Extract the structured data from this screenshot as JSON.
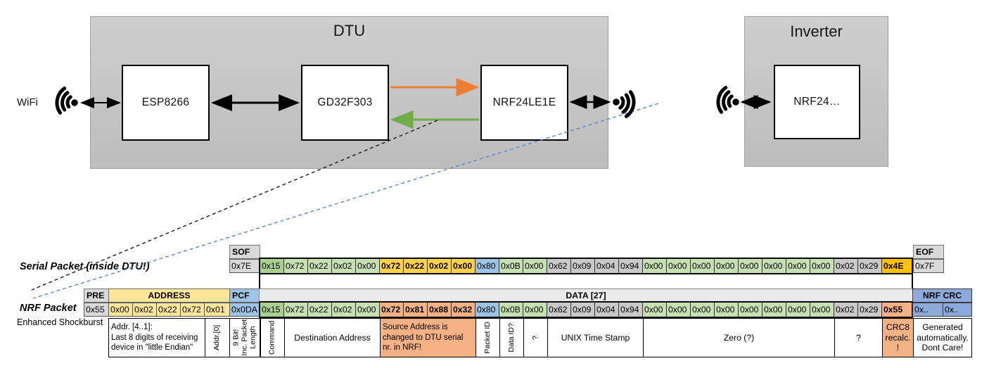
{
  "diagram": {
    "wifi_label": "WiFi",
    "dtu_title": "DTU",
    "inverter_title": "Inverter",
    "chips": {
      "esp": "ESP8266",
      "gd": "GD32F303",
      "nrf": "NRF24LE1E",
      "inverter_nrf": "NRF24…"
    },
    "icons": {
      "left": "wifi-waves-icon",
      "dtu_right": "radio-waves-icon",
      "inverter_left": "radio-waves-icon"
    }
  },
  "serial_packet": {
    "label": "Serial Packet (inside DTU!)",
    "sof_header": "SOF",
    "sof_value": "0x7E",
    "eof_header": "EOF",
    "eof_value": "0x7F",
    "bytes": [
      {
        "v": "0x15",
        "c": "g2"
      },
      {
        "v": "0x72",
        "c": "g1"
      },
      {
        "v": "0x22",
        "c": "g1"
      },
      {
        "v": "0x02",
        "c": "g1"
      },
      {
        "v": "0x00",
        "c": "g1"
      },
      {
        "v": "0x72",
        "c": "gold"
      },
      {
        "v": "0x22",
        "c": "gold"
      },
      {
        "v": "0x02",
        "c": "gold"
      },
      {
        "v": "0x00",
        "c": "gold"
      },
      {
        "v": "0x80",
        "c": "blu"
      },
      {
        "v": "0x0B",
        "c": "g1"
      },
      {
        "v": "0x00",
        "c": "g1"
      },
      {
        "v": "0x62",
        "c": "gry"
      },
      {
        "v": "0x09",
        "c": "gry"
      },
      {
        "v": "0x04",
        "c": "gry"
      },
      {
        "v": "0x94",
        "c": "gry"
      },
      {
        "v": "0x00",
        "c": "g1"
      },
      {
        "v": "0x00",
        "c": "g1"
      },
      {
        "v": "0x00",
        "c": "g1"
      },
      {
        "v": "0x00",
        "c": "g1"
      },
      {
        "v": "0x00",
        "c": "g1"
      },
      {
        "v": "0x00",
        "c": "g1"
      },
      {
        "v": "0x00",
        "c": "g1"
      },
      {
        "v": "0x00",
        "c": "g1"
      },
      {
        "v": "0x02",
        "c": "gry"
      },
      {
        "v": "0x29",
        "c": "gry"
      },
      {
        "v": "0x4E",
        "c": "amb"
      }
    ]
  },
  "nrf_packet": {
    "label": "NRF Packet",
    "sublabel": "Enhanced Shockburst",
    "pre_header": "PRE",
    "pre_value": "0x55",
    "address_header": "ADDRESS",
    "address_bytes": [
      "0x00",
      "0x02",
      "0x22",
      "0x72",
      "0x01"
    ],
    "pcf_header": "PCF",
    "pcf_value": "0x0DA",
    "data_header": "DATA [27]",
    "crc_header": "NRF CRC",
    "crc_values": [
      "0x..",
      "0x.."
    ],
    "bytes": [
      {
        "v": "0x15",
        "c": "g2"
      },
      {
        "v": "0x72",
        "c": "g1"
      },
      {
        "v": "0x22",
        "c": "g1"
      },
      {
        "v": "0x02",
        "c": "g1"
      },
      {
        "v": "0x00",
        "c": "g1"
      },
      {
        "v": "0x72",
        "c": "sal"
      },
      {
        "v": "0x81",
        "c": "sal"
      },
      {
        "v": "0x88",
        "c": "sal"
      },
      {
        "v": "0x32",
        "c": "sal"
      },
      {
        "v": "0x80",
        "c": "blu"
      },
      {
        "v": "0x0B",
        "c": "g1"
      },
      {
        "v": "0x00",
        "c": "g1"
      },
      {
        "v": "0x62",
        "c": "gry"
      },
      {
        "v": "0x09",
        "c": "gry"
      },
      {
        "v": "0x04",
        "c": "gry"
      },
      {
        "v": "0x94",
        "c": "gry"
      },
      {
        "v": "0x00",
        "c": "g1"
      },
      {
        "v": "0x00",
        "c": "g1"
      },
      {
        "v": "0x00",
        "c": "g1"
      },
      {
        "v": "0x00",
        "c": "g1"
      },
      {
        "v": "0x00",
        "c": "g1"
      },
      {
        "v": "0x00",
        "c": "g1"
      },
      {
        "v": "0x00",
        "c": "g1"
      },
      {
        "v": "0x00",
        "c": "g1"
      },
      {
        "v": "0x02",
        "c": "gry"
      },
      {
        "v": "0x29",
        "c": "gry"
      },
      {
        "v": "0x55",
        "c": "sal"
      }
    ]
  },
  "annotations": [
    {
      "label": "Addr. [4..1]:\nLast 8 digits of receiving\ndevice in \"little Endian\"",
      "vertical": false,
      "highlight": false,
      "align": "left"
    },
    {
      "label": "Addr.[0]",
      "vertical": true,
      "highlight": false,
      "align": "center"
    },
    {
      "label": "9 Bit!\nInc. Packet\nLength",
      "vertical": true,
      "highlight": false,
      "align": "center"
    },
    {
      "label": "Command",
      "vertical": true,
      "highlight": false,
      "align": "center"
    },
    {
      "label": "Destination Address",
      "vertical": false,
      "highlight": false,
      "align": "center"
    },
    {
      "label": "Source Address is\nchanged to DTU serial\nnr. in NRF!",
      "vertical": false,
      "highlight": true,
      "align": "left"
    },
    {
      "label": "Packet ID",
      "vertical": true,
      "highlight": false,
      "align": "center"
    },
    {
      "label": "Data ID?",
      "vertical": true,
      "highlight": false,
      "align": "center"
    },
    {
      "label": "?",
      "vertical": true,
      "highlight": false,
      "align": "center"
    },
    {
      "label": "UNIX Time Stamp",
      "vertical": false,
      "highlight": false,
      "align": "center"
    },
    {
      "label": "Zero (?)",
      "vertical": false,
      "highlight": false,
      "align": "center"
    },
    {
      "label": "?",
      "vertical": false,
      "highlight": false,
      "align": "center"
    },
    {
      "label": "CRC8\nrecalc.\n!",
      "vertical": false,
      "highlight": true,
      "align": "center"
    },
    {
      "label": "Generated\nautomatically.\nDont Care!",
      "vertical": false,
      "highlight": false,
      "align": "center"
    }
  ],
  "colors": {
    "g1": "#C6E0B4",
    "g2": "#A9D08E",
    "gold": "#FFD24A",
    "amb": "#FFC000",
    "sal": "#F4B183",
    "blu": "#9DC3E6",
    "gry": "#C9C9C9",
    "hgray": "#D9D9D9",
    "yellow": "#FFE699",
    "crcblue": "#8EAADB",
    "databand": "#EAEAEA",
    "orange_arrow": "#ED7D31",
    "green_arrow": "#70AD47",
    "blue_dash": "#5B83CE"
  }
}
